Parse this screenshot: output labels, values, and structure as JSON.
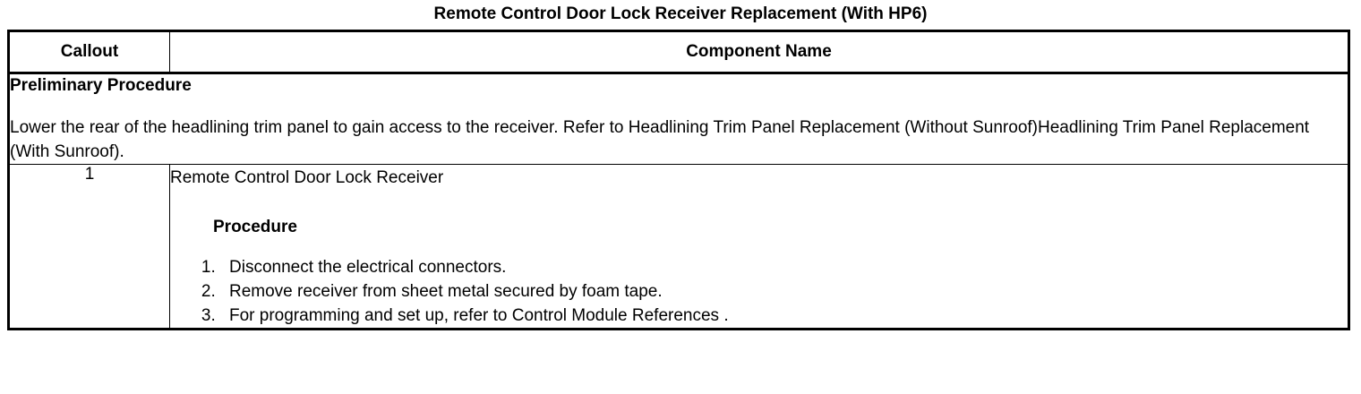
{
  "document": {
    "title": "Remote Control Door Lock Receiver Replacement (With HP6)"
  },
  "table": {
    "headers": {
      "callout": "Callout",
      "component_name": "Component Name"
    },
    "preliminary": {
      "heading": "Preliminary Procedure",
      "text": "Lower the rear of the headlining trim panel to gain access to the receiver. Refer to Headlining Trim Panel Replacement (Without Sunroof)Headlining Trim Panel Replacement (With Sunroof)."
    },
    "rows": [
      {
        "callout": "1",
        "component_name": "Remote Control Door Lock Receiver",
        "procedure_heading": "Procedure",
        "steps": [
          "Disconnect the electrical connectors.",
          "Remove receiver from sheet metal secured by foam tape.",
          "For programming and set up, refer to Control Module References ."
        ]
      }
    ]
  },
  "colors": {
    "text": "#000000",
    "background": "#ffffff",
    "border": "#000000"
  }
}
